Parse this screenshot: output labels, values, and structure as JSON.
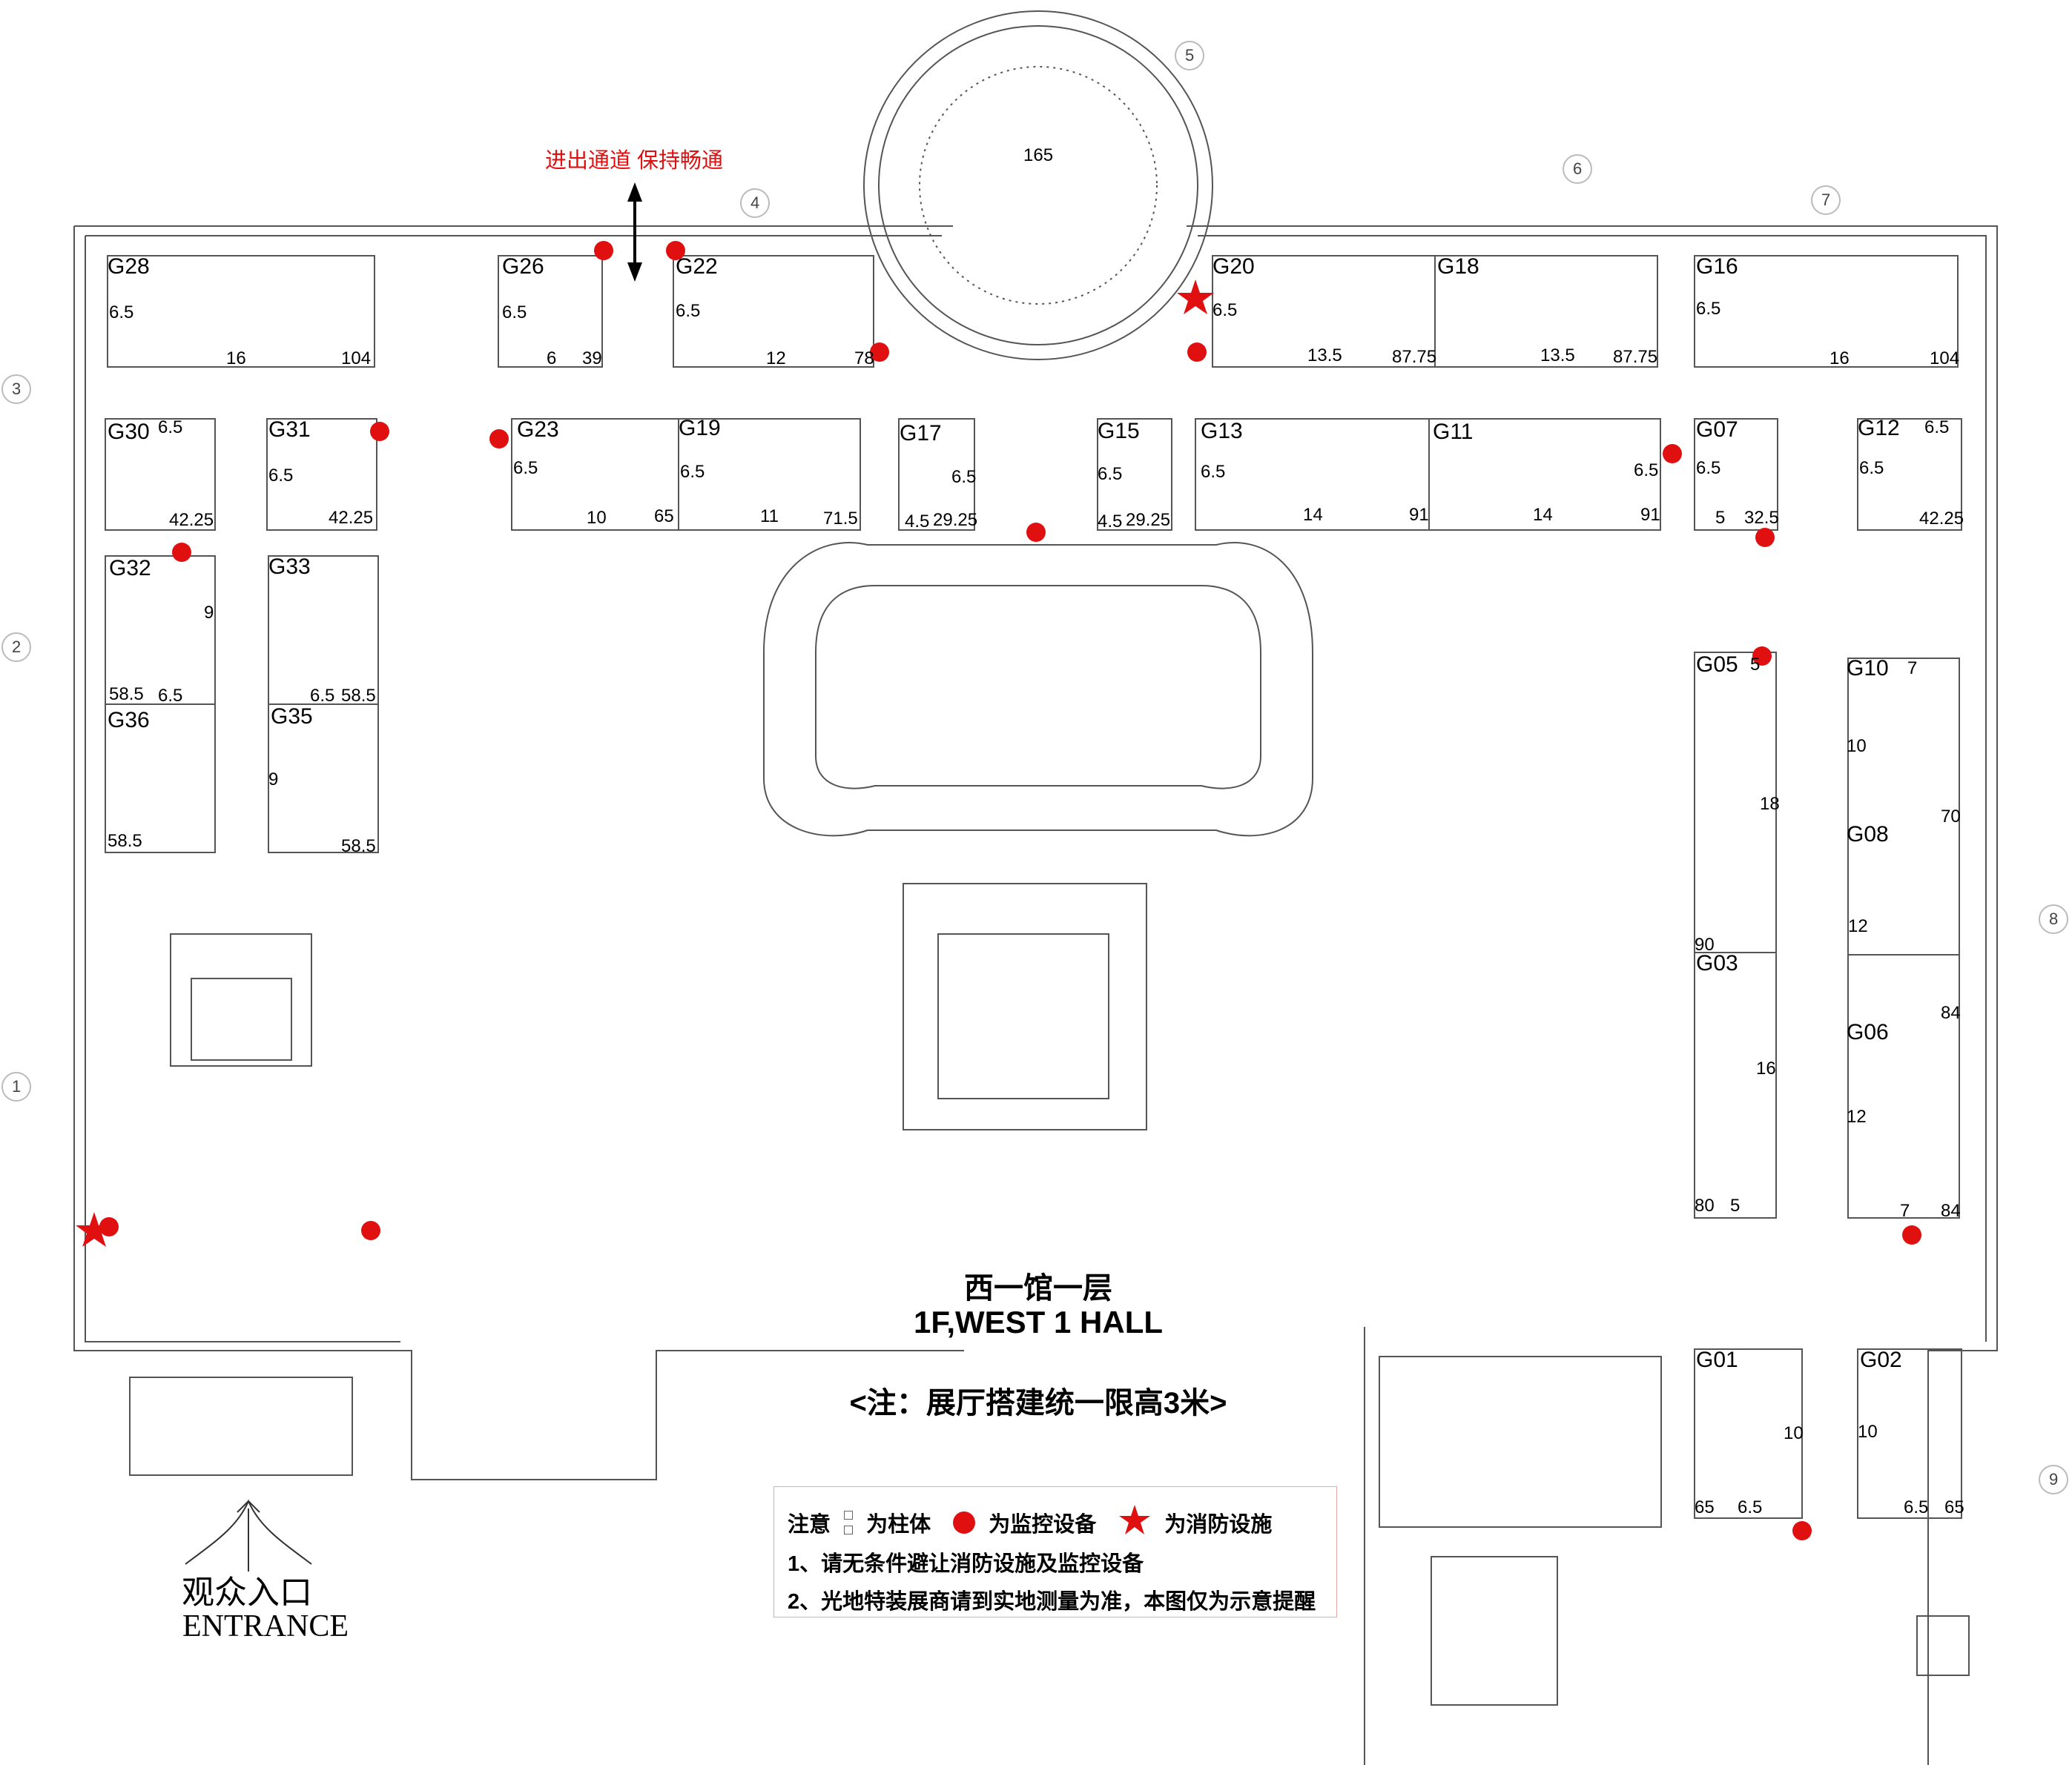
{
  "exit_note": "进出通道 保持畅通",
  "rotunda_number": "165",
  "axis_numbers": [
    "1",
    "2",
    "3",
    "4",
    "5",
    "6",
    "7",
    "8",
    "9"
  ],
  "halls": [
    "G28",
    "G26",
    "G22",
    "G20",
    "G18",
    "G16",
    "G30",
    "G31",
    "G23",
    "G19",
    "G17",
    "G15",
    "G13",
    "G11",
    "G07",
    "G12",
    "G32",
    "G33",
    "G36",
    "G35",
    "G05",
    "G10",
    "G08",
    "G03",
    "G06",
    "G01",
    "G02"
  ],
  "dims": {
    "g28": [
      "6.5",
      "16",
      "104"
    ],
    "g26": [
      "6.5",
      "6",
      "39"
    ],
    "g22": [
      "6.5",
      "12",
      "78"
    ],
    "g20": [
      "6.5",
      "13.5",
      "87.75"
    ],
    "g18": [
      "13.5",
      "87.75"
    ],
    "g16": [
      "6.5",
      "16",
      "104"
    ],
    "g30": [
      "6.5",
      "42.25"
    ],
    "g31": [
      "6.5",
      "42.25"
    ],
    "g23": [
      "6.5",
      "10",
      "65"
    ],
    "g19": [
      "6.5",
      "11",
      "71.5"
    ],
    "g17": [
      "6.5",
      "4.5",
      "29.25"
    ],
    "g15": [
      "6.5",
      "4.5",
      "29.25"
    ],
    "g13": [
      "6.5",
      "14",
      "91"
    ],
    "g11": [
      "6.5",
      "14",
      "91"
    ],
    "g07": [
      "6.5",
      "5",
      "32.5"
    ],
    "g12": [
      "6.5",
      "6.5",
      "42.25"
    ],
    "g32": [
      "9",
      "58.5",
      "6.5"
    ],
    "g33": [
      "6.5",
      "58.5"
    ],
    "g36": [
      "58.5"
    ],
    "g35": [
      "9",
      "58.5"
    ],
    "g05": [
      "5",
      "18",
      "90"
    ],
    "g10": [
      "7",
      "10",
      "70"
    ],
    "g08": [
      "12",
      "84"
    ],
    "g03": [
      "16",
      "80",
      "5"
    ],
    "g06": [
      "12",
      "7",
      "84"
    ],
    "g01": [
      "10",
      "65",
      "6.5"
    ],
    "g02": [
      "10",
      "6.5",
      "65"
    ]
  },
  "title": {
    "cn": "西一馆一层",
    "en": "1F,WEST 1 HALL",
    "note": "<注：展厅搭建统一限高3米>"
  },
  "legend": {
    "heading": "注意",
    "pillar": "为柱体",
    "camera": "为监控设备",
    "fire": "为消防设施",
    "rule1": "1、请无条件避让消防设施及监控设备",
    "rule2": "2、光地特装展商请到实地测量为准，本图仅为示意提醒"
  },
  "entrance": {
    "cn": "观众入口",
    "en": "ENTRANCE"
  },
  "colors": {
    "marker": "#e01010",
    "lines": "#555555"
  }
}
